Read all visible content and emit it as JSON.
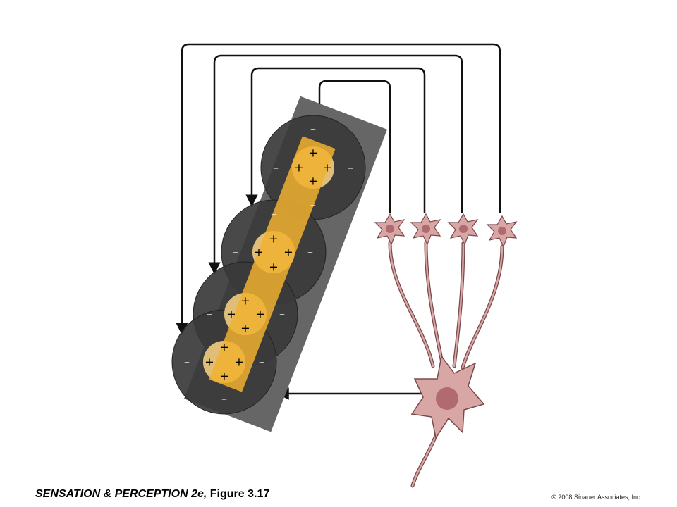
{
  "caption": {
    "title": "SENSATION & PERCEPTION 2e,",
    "figure": "Figure 3.17"
  },
  "copyright": "© 2008 Sinauer Associates, Inc.",
  "symbols": {
    "center": "+",
    "surround": "–"
  },
  "colors": {
    "stimulus_bar": "#f0b030",
    "surround": "#3a3a3a",
    "center": "#cfcfcf",
    "backdrop": "#666666",
    "neuron_fill": "#d9a6a6",
    "neuron_stroke": "#7a4a4a",
    "nucleus": "#b06a70",
    "arrow": "#111111"
  },
  "receptive_fields": [
    {
      "name": "rf-1"
    },
    {
      "name": "rf-2"
    },
    {
      "name": "rf-3"
    },
    {
      "name": "rf-4"
    }
  ],
  "neurons": {
    "lgn_cells": 4,
    "cortical_cell": 1
  }
}
